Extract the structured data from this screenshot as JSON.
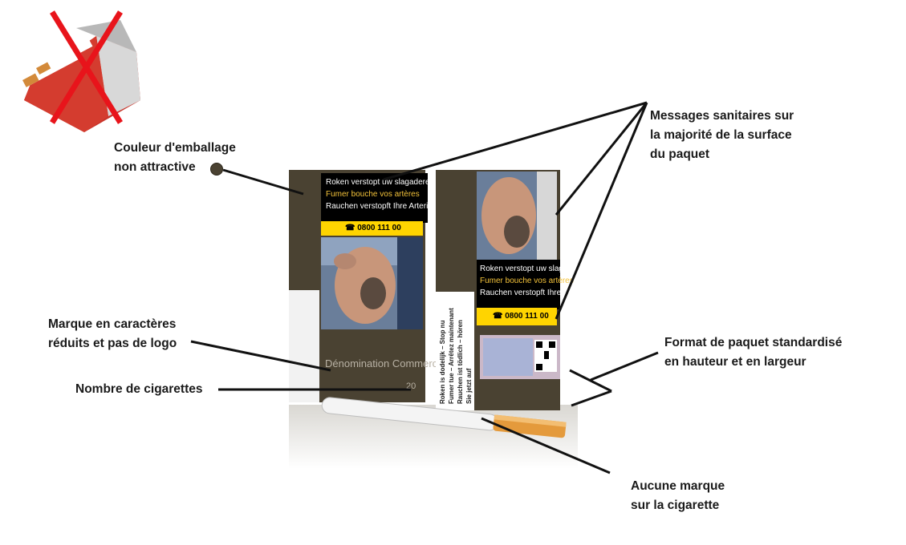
{
  "labels": {
    "packaging_color": "Couleur d'emballage\nnon attractive",
    "health_messages": "Messages sanitaires sur\nla majorité de la surface\ndu paquet",
    "brand_small": "Marque en caractères\nréduits et pas de logo",
    "cigarette_count": "Nombre de cigarettes",
    "standard_format": "Format de paquet standardisé\nen hauteur et en largeur",
    "no_brand_cigarette": "Aucune marque\nsur la cigarette"
  },
  "pack": {
    "warning_nl": "Roken verstopt uw slagaderen",
    "warning_fr": "Fumer bouche vos artères",
    "warning_de": "Rauchen verstopft Ihre Arterien",
    "phone": "0800 111 00",
    "brand_name": "Dénomination Commerciale",
    "count": "20",
    "side_line1": "Roken is dodelijk – Stop nu",
    "side_line2": "Fumer tue – Arrêtez maintenant",
    "side_line3": "Rauchen ist tödlich – hören",
    "side_line4": "Sie jetzt auf"
  },
  "colors": {
    "pack_brown": "#4a4232",
    "warning_yellow": "#ffd400",
    "french_text": "#f3c23a",
    "cross_red": "#e8141b"
  },
  "icons": {
    "crossed_pack": "crossed-out-branded-pack-icon",
    "color_swatch": "dot-swatch-icon"
  }
}
